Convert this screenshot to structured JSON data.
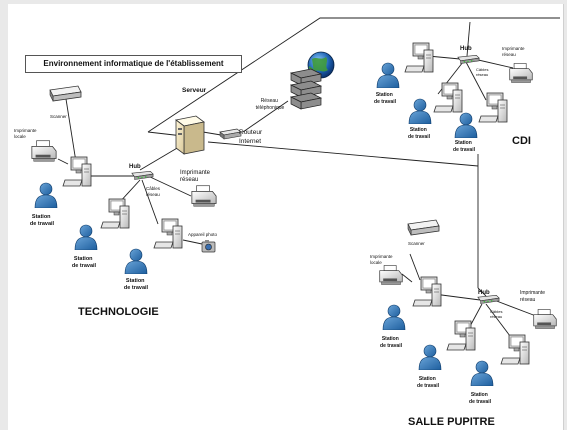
{
  "diagram": {
    "title": "Environnement informatique de l'établissement",
    "sections": {
      "technologie": "TECHNOLOGIE",
      "cdi": "CDI",
      "salle_pupitre": "SALLE PUPITRE"
    },
    "labels": {
      "serveur": "Serveur",
      "reseau_telephonique": "Réseau téléphonique",
      "routeur_internet": "Routeur Internet",
      "hub": "Hub",
      "scanner": "Scanner",
      "imprimante_locale": "Imprimante locale",
      "imprimante_reseau": "Imprimante réseau",
      "cables_reseau": "Câbles réseau",
      "appareil_photo": "Appareil photo",
      "station_de_travail": "Station de travail"
    }
  }
}
